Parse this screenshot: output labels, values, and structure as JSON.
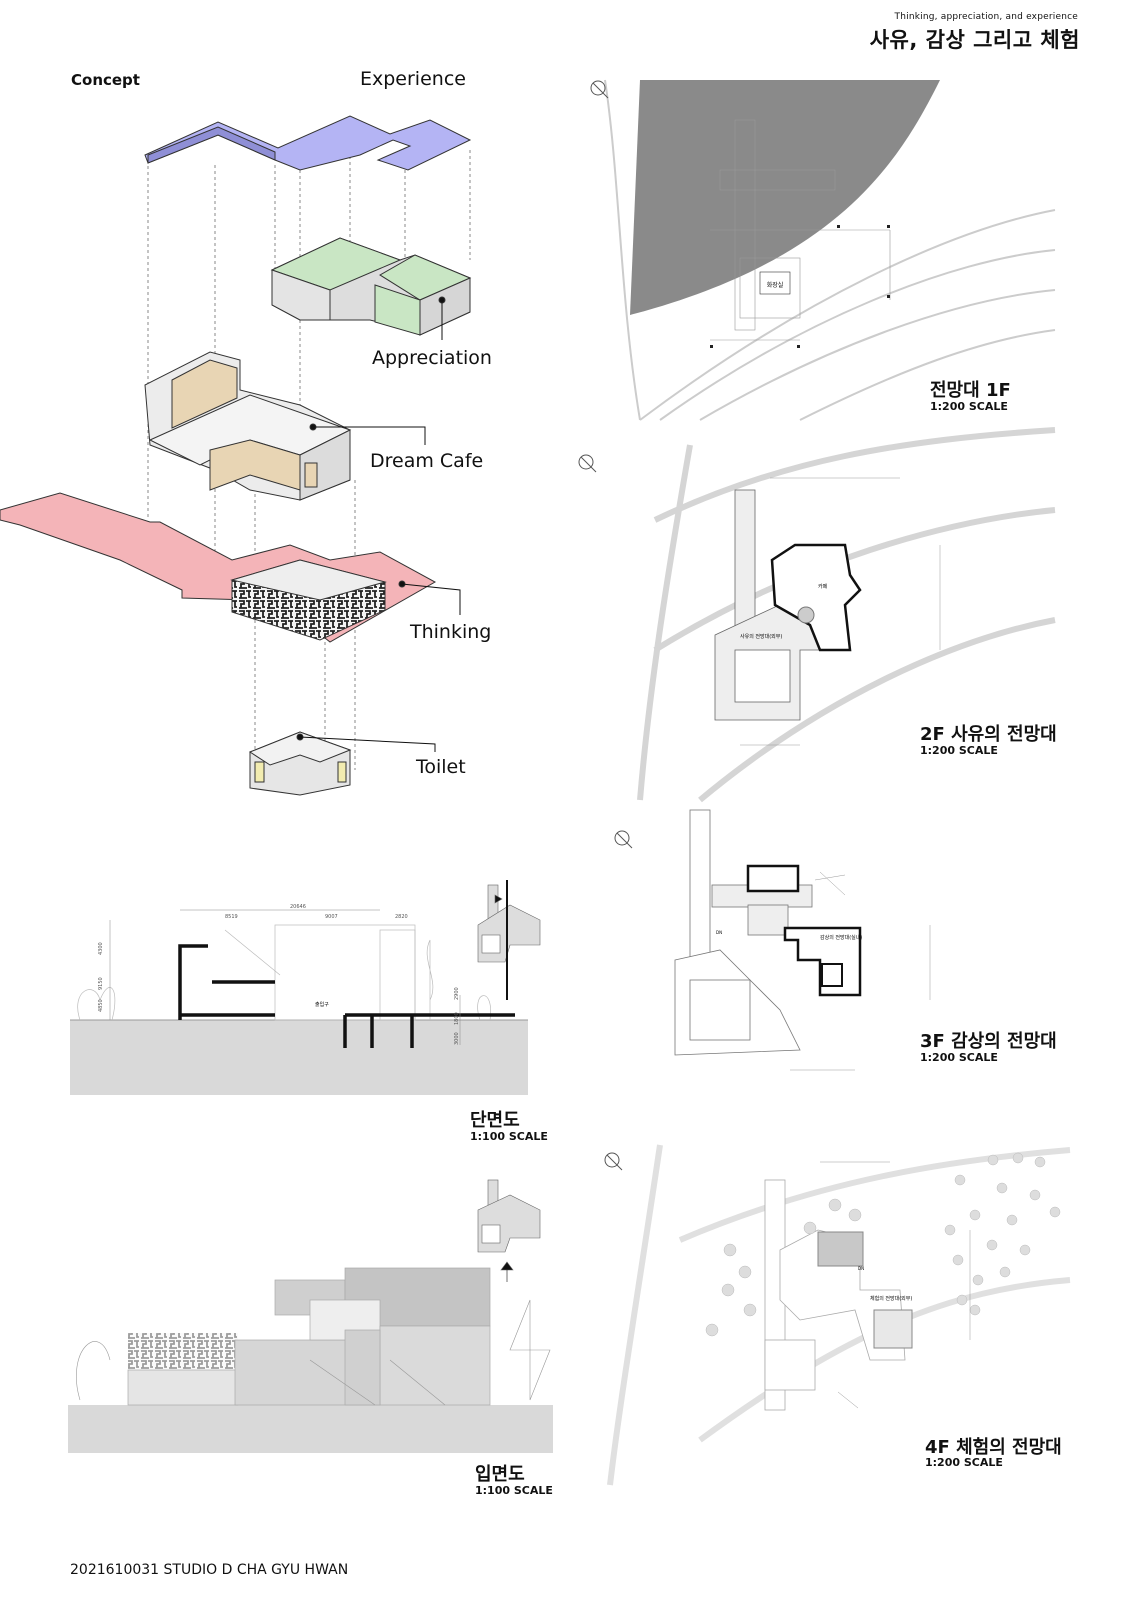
{
  "header": {
    "subtitle": "Thinking, appreciation, and experience",
    "title": "사유, 감상 그리고 체험"
  },
  "concept": {
    "heading": "Concept",
    "layers": {
      "experience": "Experience",
      "appreciation": "Appreciation",
      "dream_cafe": "Dream Cafe",
      "thinking": "Thinking",
      "toilet": "Toilet"
    },
    "colors": {
      "experience": "#b4b4f4",
      "appreciation": "#c9e6c4",
      "dream_cafe": "#e8d5b4",
      "thinking": "#f4b4b8",
      "toilet": "#f2ecb0"
    }
  },
  "plans": [
    {
      "title": "전망대 1F",
      "scale": "1:200 SCALE",
      "room_label": "화장실"
    },
    {
      "title": "2F 사유의 전망대",
      "scale": "1:200 SCALE",
      "room_labels": [
        "카페",
        "사유의 전망대(외부)"
      ]
    },
    {
      "title": "3F 감상의 전망대",
      "scale": "1:200 SCALE",
      "room_labels": [
        "감상의 전망대(실내)",
        "DN"
      ]
    },
    {
      "title": "4F 체험의 전망대",
      "scale": "1:200 SCALE",
      "room_labels": [
        "체험의 전망대(외부)",
        "DN"
      ]
    }
  ],
  "section": {
    "title": "단면도",
    "scale": "1:100 SCALE",
    "dims": [
      "20646",
      "8519",
      "9007",
      "2820",
      "4300",
      "9150",
      "4850",
      "2900",
      "1800",
      "3000"
    ],
    "room_label": "출입구"
  },
  "elevation": {
    "title": "입면도",
    "scale": "1:100 SCALE"
  },
  "footer": "2021610031 STUDIO D CHA GYU HWAN"
}
